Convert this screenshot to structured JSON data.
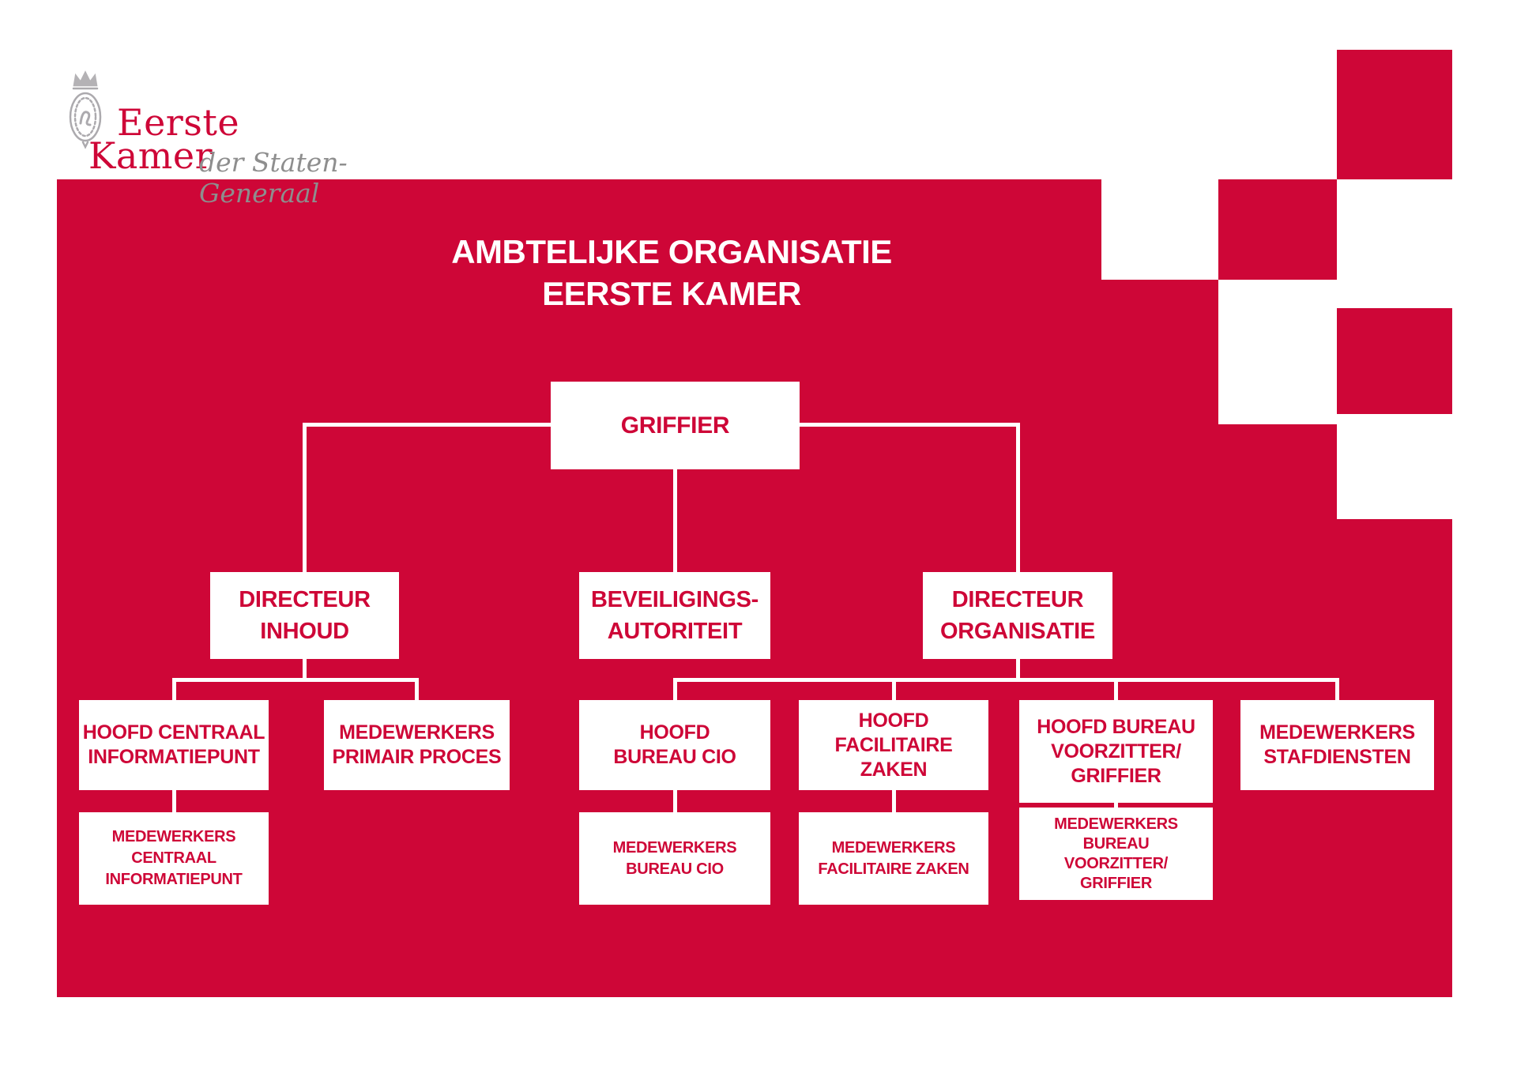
{
  "brand": {
    "name_line1": "Eerste",
    "name_line2": "Kamer",
    "suffix": "der Staten-Generaal",
    "seal_icon": "royal-crest-icon"
  },
  "title": {
    "line1": "AMBTELIJKE ORGANISATIE",
    "line2": "EERSTE KAMER"
  },
  "colors": {
    "brand_red": "#CE0637",
    "white": "#FFFFFF",
    "logo_gray": "#8E8E8E",
    "seal_gray": "#ACAAAE"
  },
  "org": {
    "nodes": [
      {
        "id": "griffier",
        "lines": [
          "GRIFFIER"
        ]
      },
      {
        "id": "directeur-inhoud",
        "lines": [
          "DIRECTEUR",
          "INHOUD"
        ]
      },
      {
        "id": "beveiligings-autoriteit",
        "lines": [
          "BEVEILIGINGS-",
          "AUTORITEIT"
        ]
      },
      {
        "id": "directeur-organisatie",
        "lines": [
          "DIRECTEUR",
          "ORGANISATIE"
        ]
      },
      {
        "id": "hoofd-centraal-informatiepunt",
        "lines": [
          "HOOFD CENTRAAL",
          "INFORMATIEPUNT"
        ]
      },
      {
        "id": "medewerkers-primair-proces",
        "lines": [
          "MEDEWERKERS",
          "PRIMAIR PROCES"
        ]
      },
      {
        "id": "hoofd-bureau-cio",
        "lines": [
          "HOOFD",
          "BUREAU CIO"
        ]
      },
      {
        "id": "hoofd-facilitaire-zaken",
        "lines": [
          "HOOFD",
          "FACILITAIRE ZAKEN"
        ]
      },
      {
        "id": "hoofd-bureau-voorzitter-griffier",
        "lines": [
          "HOOFD BUREAU",
          "VOORZITTER/",
          "GRIFFIER"
        ]
      },
      {
        "id": "medewerkers-stafdiensten",
        "lines": [
          "MEDEWERKERS",
          "STAFDIENSTEN"
        ]
      },
      {
        "id": "medewerkers-centraal-informatiepunt",
        "lines": [
          "MEDEWERKERS",
          "CENTRAAL",
          "INFORMATIEPUNT"
        ]
      },
      {
        "id": "medewerkers-bureau-cio",
        "lines": [
          "MEDEWERKERS",
          "BUREAU CIO"
        ]
      },
      {
        "id": "medewerkers-facilitaire-zaken",
        "lines": [
          "MEDEWERKERS",
          "FACILITAIRE ZAKEN"
        ]
      },
      {
        "id": "medewerkers-bureau-voorzitter-griffier",
        "lines": [
          "MEDEWERKERS",
          "BUREAU",
          "VOORZITTER/",
          "GRIFFIER"
        ]
      }
    ]
  }
}
